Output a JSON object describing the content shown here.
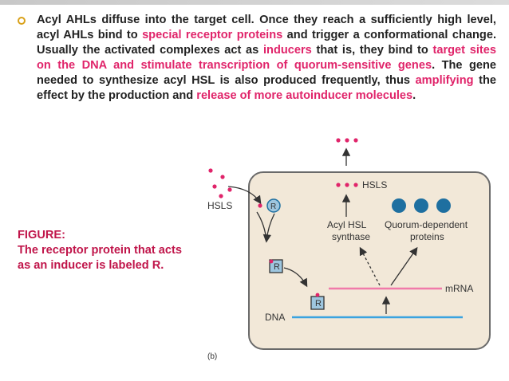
{
  "paragraph": {
    "s1": "Acyl AHLs diffuse into the target cell. Once they reach a sufficiently high level, acyl AHLs bind to ",
    "h1": "special receptor proteins",
    "s2": " and trigger a conformational change. Usually the activated complexes act as ",
    "h2": "inducers",
    "s3": " that is, they bind to ",
    "h3": "target sites on the DNA and stimulate transcription of quorum-sensitive genes",
    "s4": ". The gene needed to synthesize acyl HSL is also produced frequently, thus ",
    "h4": "amplifying",
    "s5": " the effect by the production and ",
    "h5": "release of more autoinducer molecules",
    "s6": "."
  },
  "caption": {
    "heading": "FIGURE:",
    "line1": "The receptor protein that acts",
    "line2": "as an inducer is labeled R."
  },
  "figure": {
    "hsls_outside": "HSLS",
    "hsls_inside": "HSLS",
    "receptor_letter": "R",
    "acyl_hsl_synthase_1": "Acyl HSL",
    "acyl_hsl_synthase_2": "synthase",
    "quorum_1": "Quorum-dependent",
    "quorum_2": "proteins",
    "mrna": "mRNA",
    "dna": "DNA",
    "panel": "(b)"
  },
  "colors": {
    "highlight": "#e0246a",
    "caption": "#c0154a",
    "bullet": "#d9a11a",
    "cell_fill": "#f2e8d8",
    "cell_border": "#6a6a6a",
    "protein": "#1e6fa0",
    "dna": "#3aa3e0",
    "mrna": "#f07aaa"
  }
}
